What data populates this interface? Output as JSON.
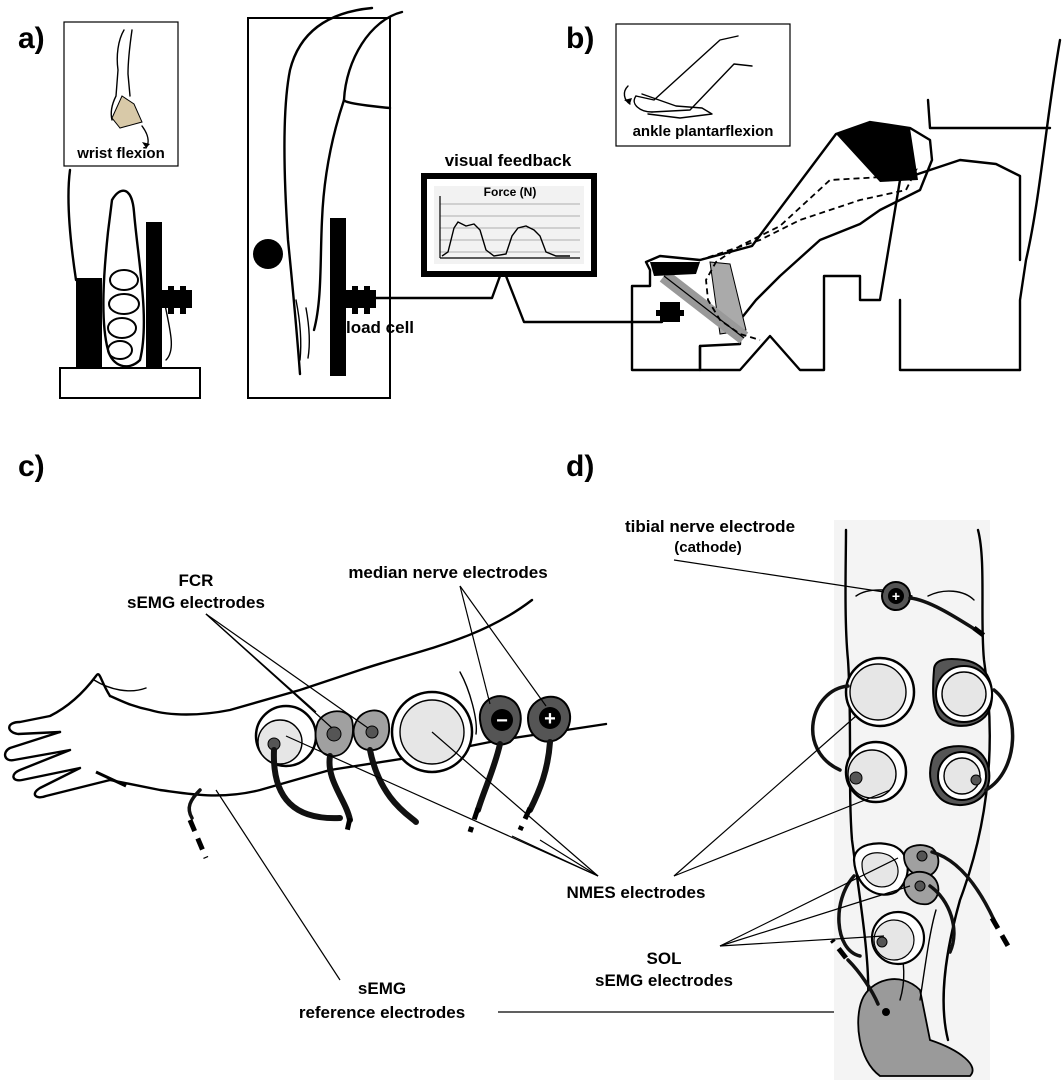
{
  "panels": {
    "a": "a)",
    "b": "b)",
    "c": "c)",
    "d": "d)"
  },
  "panel_a": {
    "inset_label": "wrist flexion",
    "load_cell_label": "load cell"
  },
  "panel_b": {
    "inset_label": "ankle plantarflexion"
  },
  "feedback": {
    "title": "visual feedback",
    "chart_title": "Force (N)"
  },
  "panel_c": {
    "fcr_label_line1": "FCR",
    "fcr_label_line2": "sEMG electrodes",
    "median_label": "median nerve electrodes",
    "nmes_label": "NMES electrodes",
    "reference_line1": "sEMG",
    "reference_line2": "reference electrodes",
    "minus_symbol": "−",
    "plus_symbol": "+"
  },
  "panel_d": {
    "tibial_line1": "tibial nerve electrode",
    "tibial_line2": "(cathode)",
    "sol_line1": "SOL",
    "sol_line2": "sEMG electrodes"
  },
  "colors": {
    "ink": "#000000",
    "electrode_dark_gray": "#555555",
    "electrode_light_gray": "#e6e6e6",
    "pad_gray": "#a0a0a0",
    "leg_background": "#f4f4f4",
    "heel_gray": "#9a9a9a"
  }
}
